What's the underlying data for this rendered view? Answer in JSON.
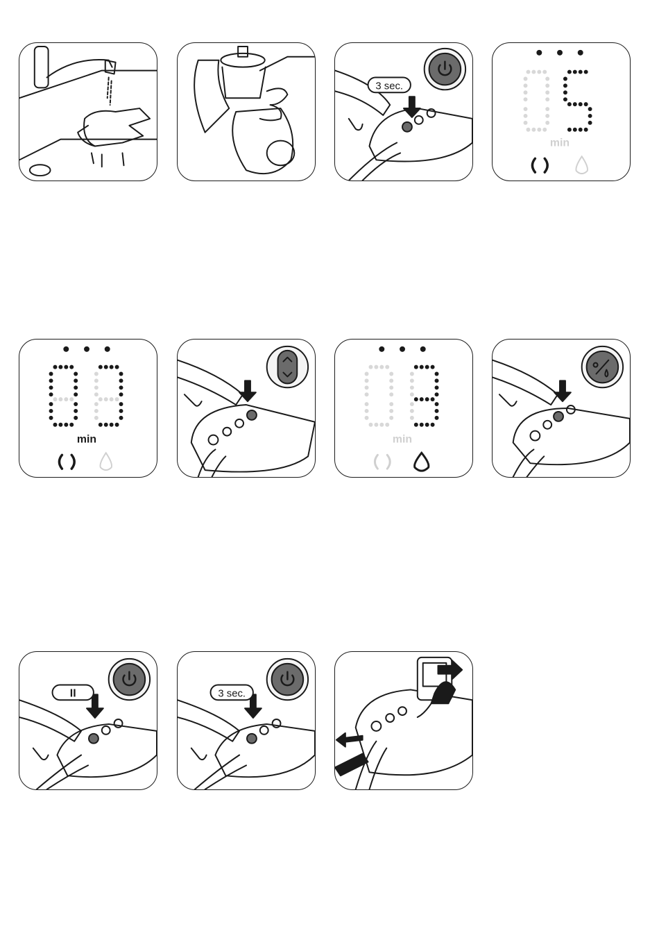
{
  "steps": [
    {
      "id": "wash-hands",
      "icon": "hand-wash-icon"
    },
    {
      "id": "assemble-pump",
      "icon": "breast-pump-assembly-icon"
    },
    {
      "id": "power-on",
      "icon": "power-button-icon",
      "callout": "3 sec."
    },
    {
      "id": "display-stimulation",
      "icon": "timer-display-icon",
      "digits": "05",
      "unit": "min"
    },
    {
      "id": "display-expression",
      "icon": "timer-display-icon",
      "digits": "00",
      "unit": "min"
    },
    {
      "id": "adjust-level",
      "icon": "up-down-button-icon"
    },
    {
      "id": "display-mode-switch",
      "icon": "timer-display-icon",
      "digits": "03",
      "unit": "min"
    },
    {
      "id": "switch-mode",
      "icon": "mode-switch-button-icon"
    },
    {
      "id": "pause",
      "icon": "pause-icon",
      "callout": "II"
    },
    {
      "id": "power-off",
      "icon": "power-button-icon",
      "callout": "3 sec."
    },
    {
      "id": "unplug",
      "icon": "unplug-adapter-icon"
    }
  ],
  "colors": {
    "line": "#1a1a1a",
    "accent": "#6b6b6b",
    "dim": "#d8d8d8"
  }
}
